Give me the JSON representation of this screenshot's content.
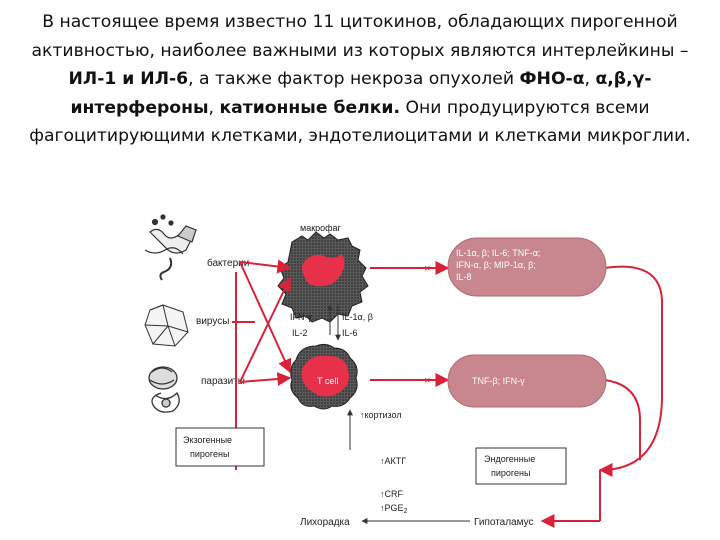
{
  "paragraph": {
    "s1": "В настоящее время известно 11 цитокинов, обладающих пирогенной активностью, наиболее важными из которых являются интерлейкины – ",
    "b1": "ИЛ-1 и ИЛ-6",
    "s2": ", а также фактор некроза опухолей ",
    "b2": "ФНО-α",
    "s3": ", ",
    "b3": "α,β,γ-интерфероны",
    "s4": ", ",
    "b4": "катионные белки.",
    "s5": " Они продуцируются всеми фагоцитирующими клетками, эндотелиоцитами и клетками микроглии."
  },
  "diagram": {
    "macrophage": "макрофаг",
    "bacteria": "бактерии",
    "viruses": "вирусы",
    "parasites": "паразиты",
    "tcell": "T cell",
    "mid_left_1": "IFN-γ",
    "mid_right_1": "IL-1α, β",
    "mid_left_2": "IL-2",
    "mid_right_2": "IL-6",
    "cyt_top_1": "IL-1α, β; IL-6; TNF-α;",
    "cyt_top_2": "IFN-α, β; MIP-1α, β;",
    "cyt_top_3": "IL-8",
    "cyt_bottom": "TNF-β; IFN-γ",
    "cortisol": "↑кортизол",
    "exogenous_1": "Экзогенные",
    "exogenous_2": "пирогены",
    "actg": "↑АКТГ",
    "endogenous_1": "Эндогенные",
    "endogenous_2": "пирогены",
    "crf": "↑CRF",
    "pge": "↑PGE",
    "pge_sub": "2",
    "fever": "Лихорадка",
    "hypothalamus": "Гипоталамус"
  },
  "colors": {
    "accent_red": "#d8223a",
    "capsule": "#c8878f",
    "cell_fill": "#e8304a"
  }
}
